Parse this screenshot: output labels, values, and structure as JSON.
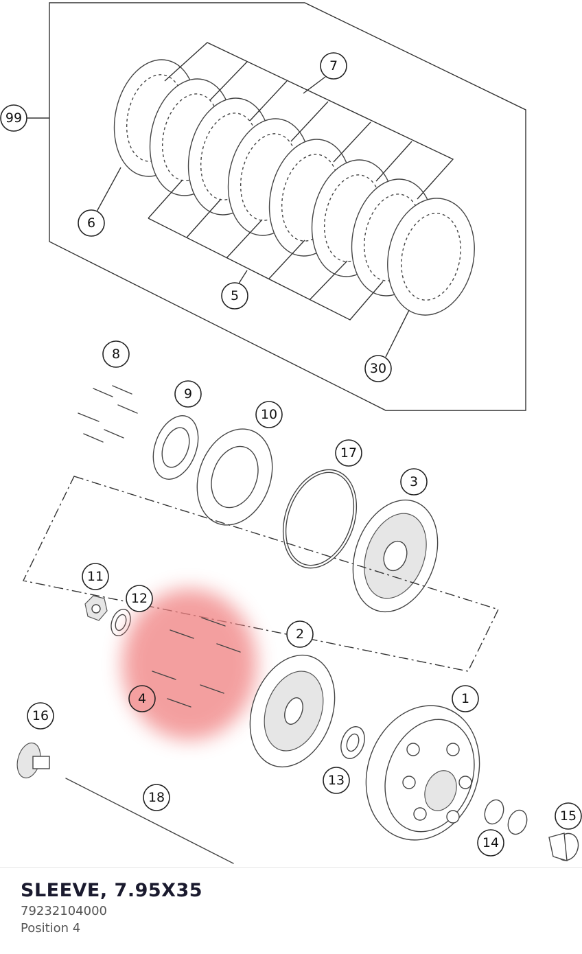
{
  "diagram": {
    "callouts": [
      "99",
      "7",
      "6",
      "5",
      "30",
      "8",
      "9",
      "10",
      "17",
      "3",
      "11",
      "12",
      "2",
      "4",
      "1",
      "16",
      "13",
      "18",
      "14",
      "15"
    ],
    "highlight_color": "#f08080",
    "highlighted_part": "4"
  },
  "detail": {
    "name": "SLEEVE, 7.95X35",
    "number": "79232104000",
    "position": "Position 4"
  }
}
